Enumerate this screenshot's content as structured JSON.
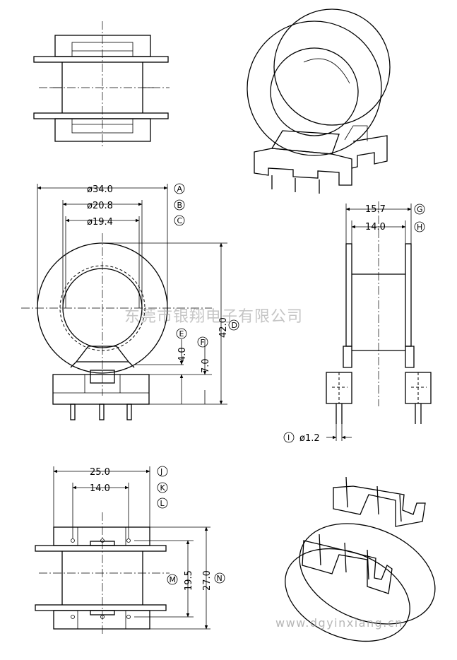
{
  "watermark": {
    "company": "东莞市银翔电子有限公司",
    "site": "www.dgyinxiang.cn"
  },
  "dimensions": {
    "d34": "ø34.0",
    "d20_8": "ø20.8",
    "d19_4": "ø19.4",
    "h42": "42.0",
    "h4": "4.0",
    "h7": "7.0",
    "w15_7": "15.7",
    "w14_side": "14.0",
    "pin": "ø1.2",
    "w25": "25.0",
    "w14_bottom": "14.0",
    "h19_5": "19.5",
    "h27": "27.0"
  },
  "labels": {
    "A": "A",
    "B": "B",
    "C": "C",
    "D": "D",
    "E": "E",
    "F": "F",
    "G": "G",
    "H": "H",
    "I": "I",
    "J": "J",
    "K": "K",
    "L": "L",
    "M": "M",
    "N": "N"
  }
}
